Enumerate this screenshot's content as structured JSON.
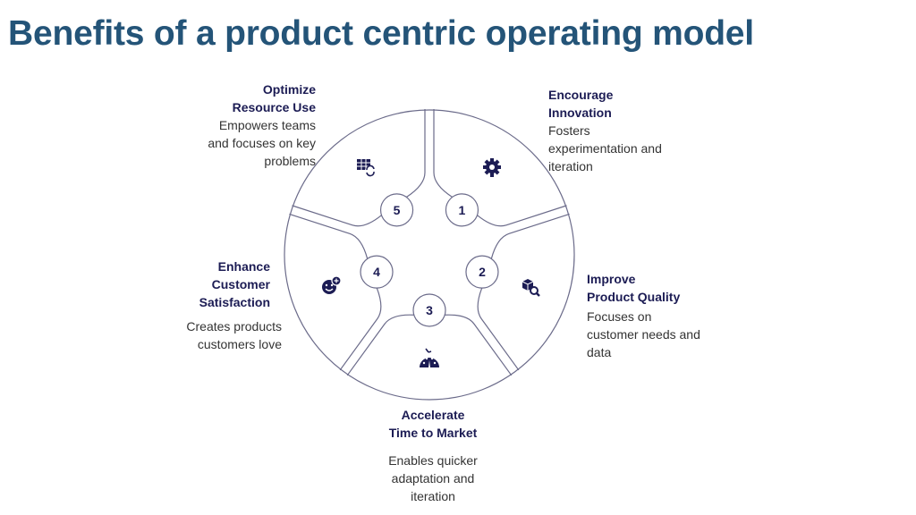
{
  "title": "Benefits of a product centric operating model",
  "colors": {
    "title": "#245478",
    "heading": "#1c1c54",
    "icon": "#1c1c54",
    "line": "#6b6b8a"
  },
  "benefits": [
    {
      "number": "1",
      "heading_lines": [
        "Encourage",
        "Innovation"
      ],
      "body_lines": [
        "Fosters",
        "experimentation and",
        "iteration"
      ],
      "icon": "gear-icon"
    },
    {
      "number": "2",
      "heading_lines": [
        "Improve",
        "Product Quality"
      ],
      "body_lines": [
        "Focuses on",
        "customer needs and",
        "data"
      ],
      "icon": "box-search-icon"
    },
    {
      "number": "3",
      "heading_lines": [
        "Accelerate",
        "Time to Market"
      ],
      "body_lines": [
        "Enables quicker",
        "adaptation and",
        "iteration"
      ],
      "icon": "speedometer-icon"
    },
    {
      "number": "4",
      "heading_lines": [
        "Enhance",
        "Customer",
        "Satisfaction"
      ],
      "body_lines": [
        "Creates products",
        "customers love"
      ],
      "icon": "smiley-add-icon"
    },
    {
      "number": "5",
      "heading_lines": [
        "Optimize",
        "Resource Use"
      ],
      "body_lines": [
        "Empowers teams",
        "and focuses on key",
        "problems"
      ],
      "icon": "table-refresh-icon"
    }
  ]
}
